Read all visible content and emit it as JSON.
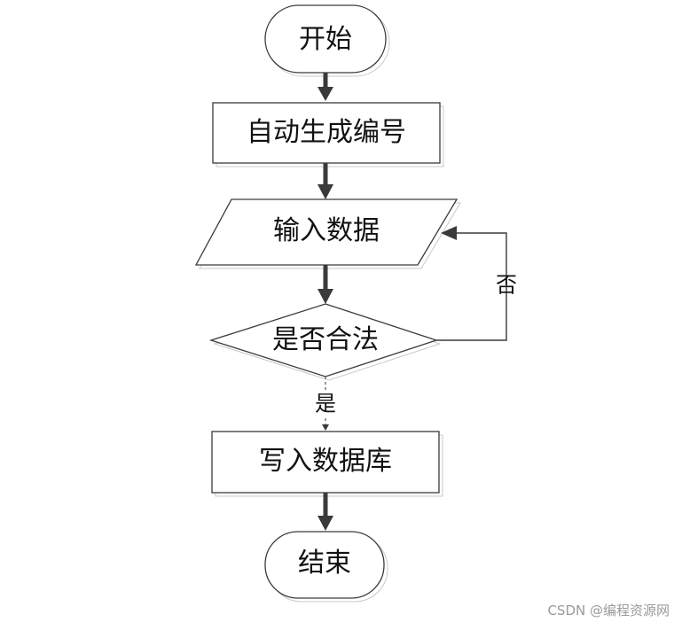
{
  "nodes": {
    "start": {
      "label": "开始"
    },
    "generate_id": {
      "label": "自动生成编号"
    },
    "input_data": {
      "label": "输入数据"
    },
    "is_valid": {
      "label": "是否合法"
    },
    "write_db": {
      "label": "写入数据库"
    },
    "end": {
      "label": "结束"
    }
  },
  "edges": {
    "yes_label": "是",
    "no_label": "否"
  },
  "watermark": "CSDN @编程资源网"
}
